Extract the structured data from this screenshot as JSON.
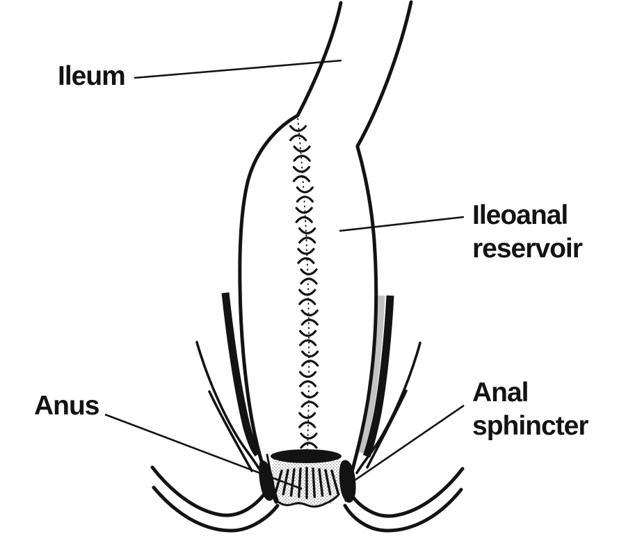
{
  "figure": {
    "background_color": "#ffffff",
    "ink_color": "#131313",
    "stipple_color": "#9e9e9e",
    "labels": {
      "ileum": {
        "text": "Ileum"
      },
      "reservoir": {
        "lines": [
          "Ileoanal",
          "reservoir"
        ]
      },
      "anus": {
        "text": "Anus"
      },
      "sphincter": {
        "lines": [
          "Anal",
          "sphincter"
        ]
      }
    },
    "suture": {
      "stitch_count": 16
    },
    "anal_columns": {
      "count": 9
    }
  }
}
